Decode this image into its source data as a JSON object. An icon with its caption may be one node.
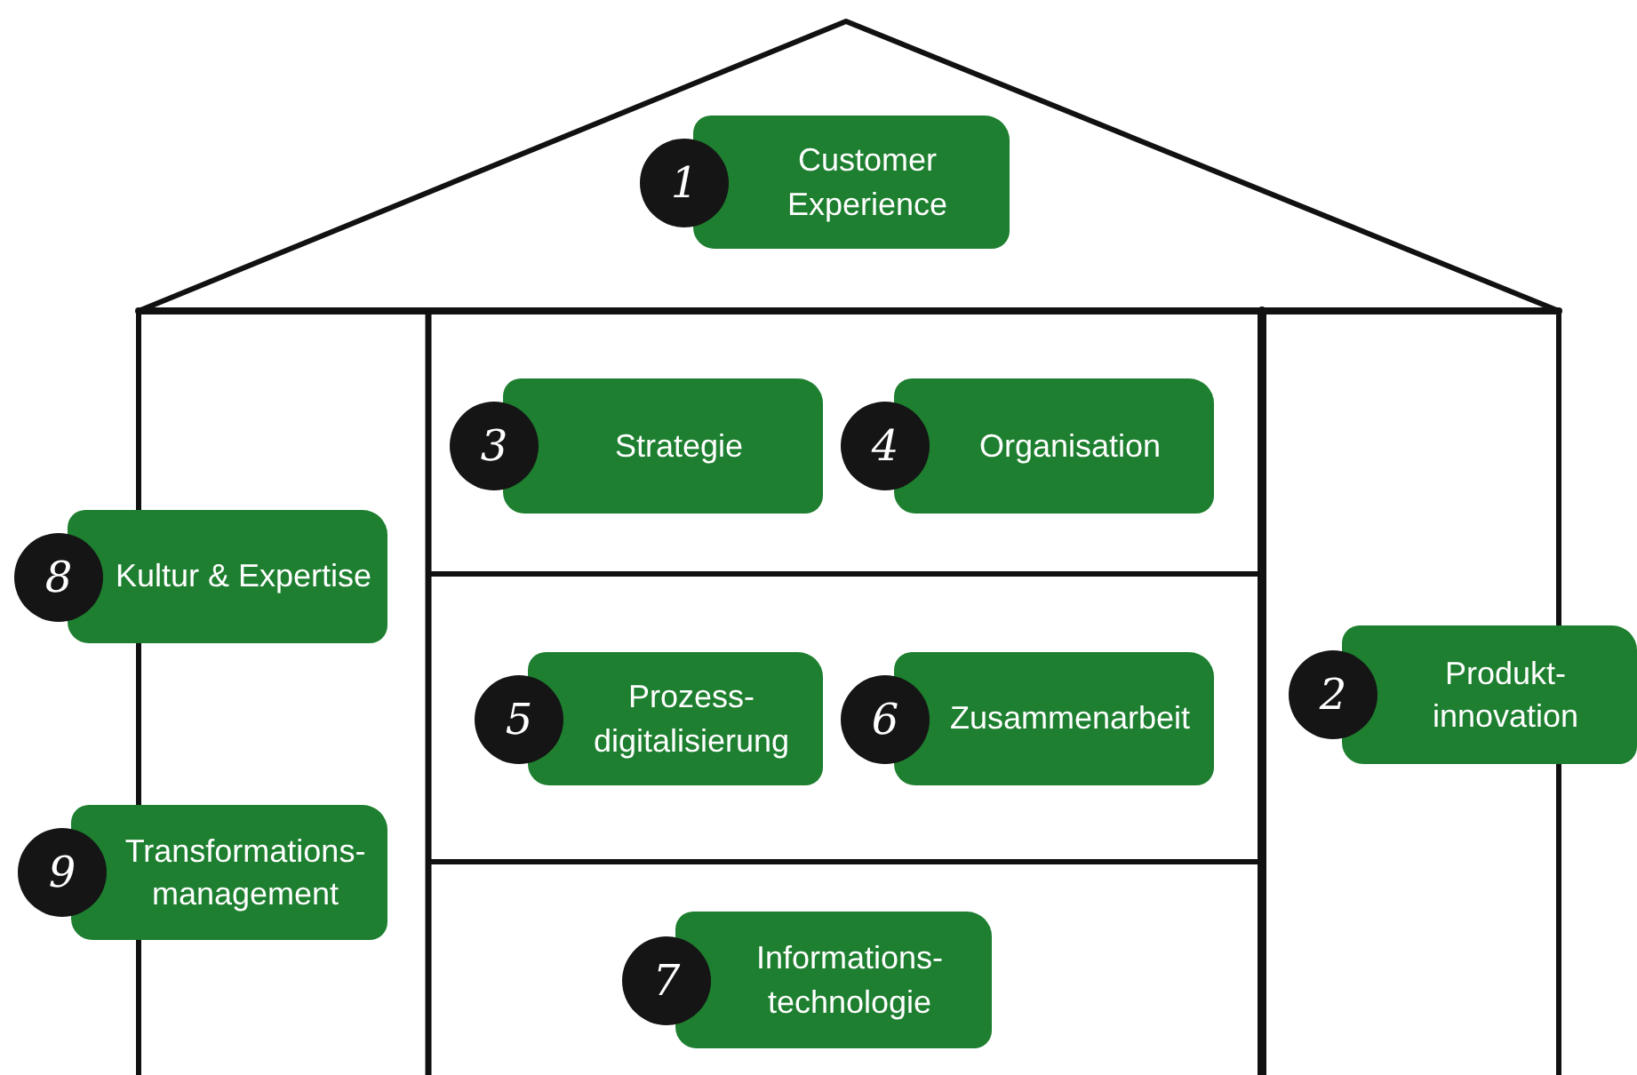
{
  "diagram": {
    "nodes": [
      {
        "text": [
          "1",
          "Customer Experience"
        ]
      },
      {
        "text": [
          "2",
          "Produkt-innovation"
        ]
      },
      {
        "text": [
          "3",
          "Strategie"
        ]
      },
      {
        "text": [
          "4",
          "Organisation"
        ]
      },
      {
        "text": [
          "5",
          "Prozess-digitalisierung"
        ]
      },
      {
        "text": [
          "6",
          "Zusammenarbeit"
        ]
      },
      {
        "text": [
          "7",
          "Informations-technologie"
        ]
      },
      {
        "text": [
          "8",
          "Kultur & Expertise"
        ]
      },
      {
        "text": [
          "9",
          "Transformations-management"
        ]
      }
    ]
  }
}
